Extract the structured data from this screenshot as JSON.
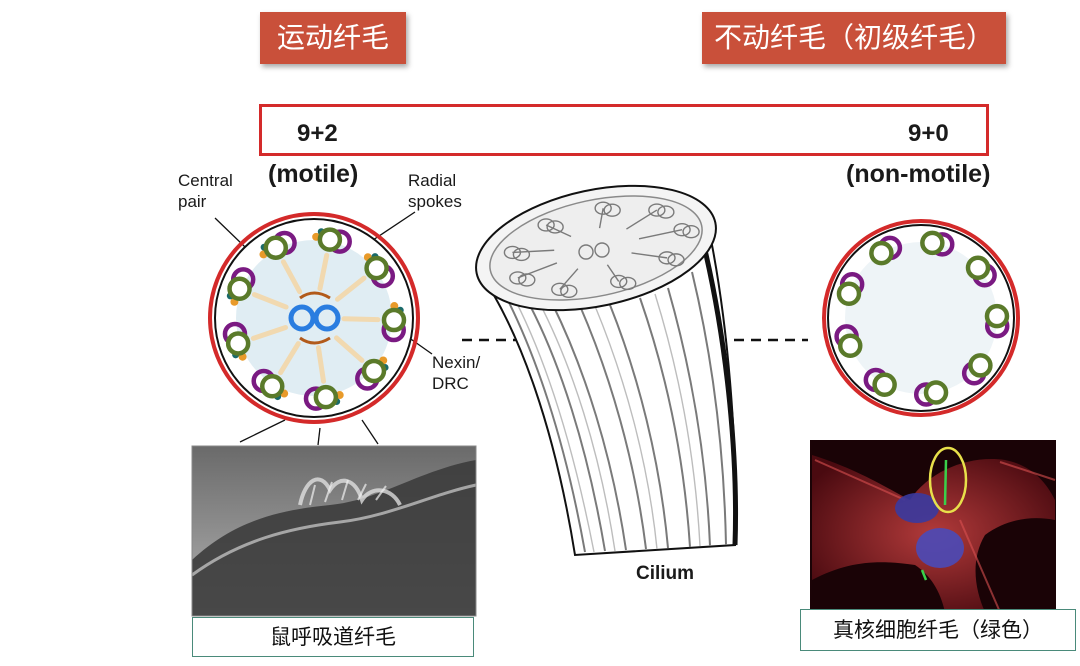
{
  "tags": {
    "motile": "运动纤毛",
    "primary": "不动纤毛（初级纤毛）"
  },
  "structure": {
    "left_formula": "9+2",
    "left_type": "(motile)",
    "right_formula": "9+0",
    "right_type": "(non-motile)",
    "label_central_pair": "Central\npair",
    "label_radial_spokes": "Radial\nspokes",
    "label_nexin": "Nexin/\nDRC",
    "label_cilium": "Cilium"
  },
  "captions": {
    "left": "鼠呼吸道纤毛",
    "right": "真核细胞纤毛（绿色）"
  },
  "colors": {
    "tag_bg": "#c9503a",
    "highlight_red": "#d42a2a",
    "doublet_green": "#5a7a2a",
    "doublet_purple": "#7a1a82",
    "central_blue": "#2a7de0",
    "caption_border": "#4a8a7a"
  }
}
